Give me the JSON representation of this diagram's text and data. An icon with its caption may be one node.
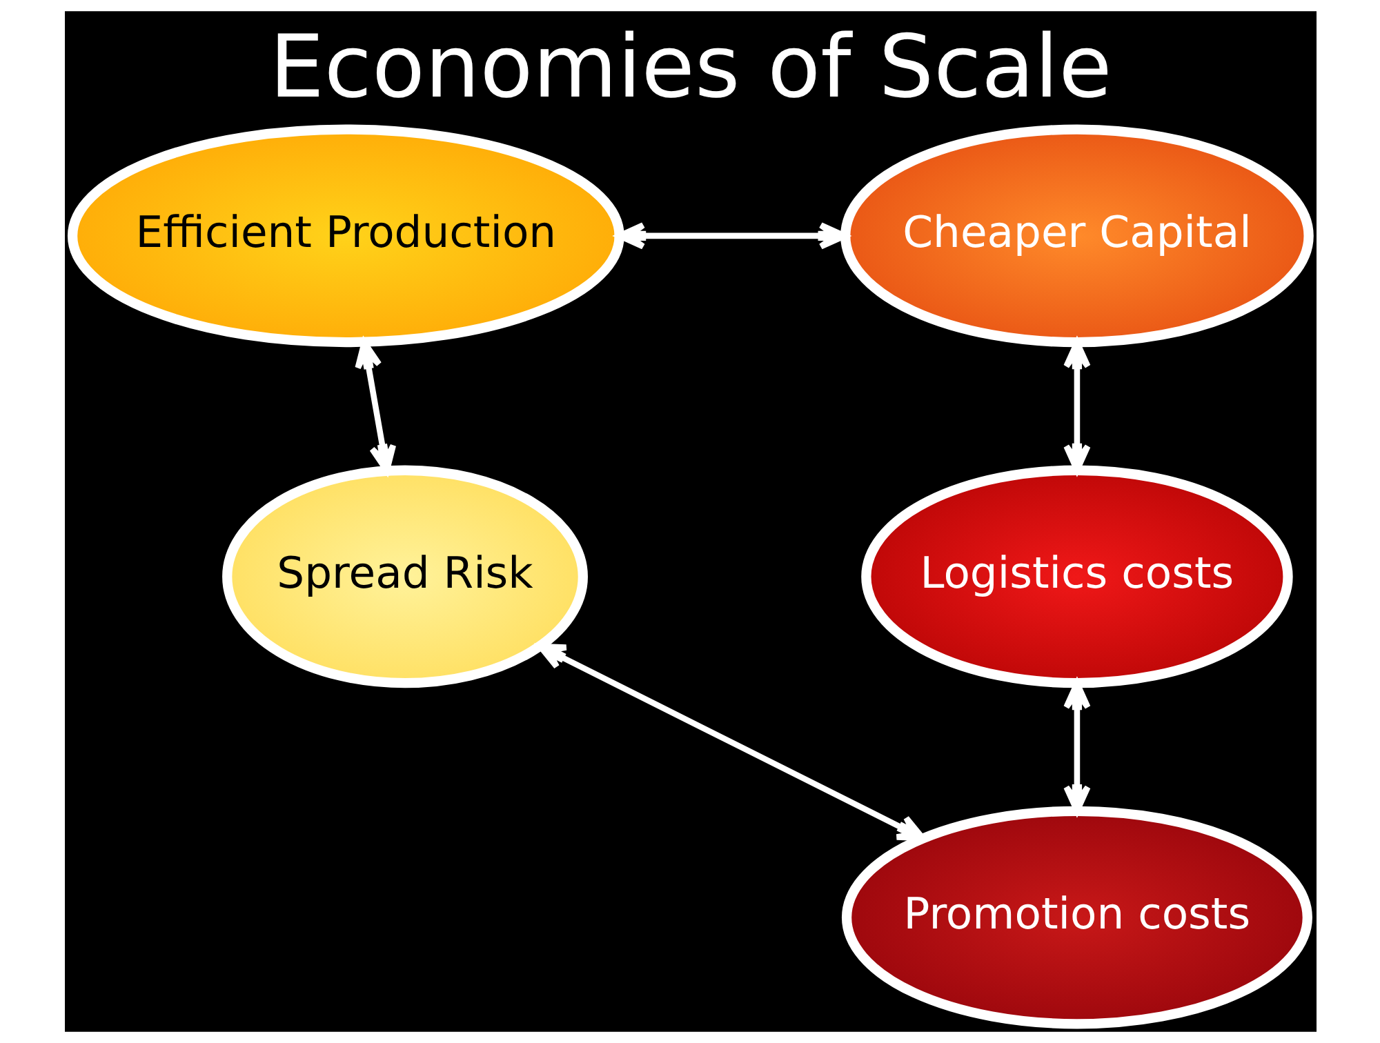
{
  "diagram": {
    "title": "Economies of Scale",
    "nodes": [
      {
        "text": [
          "Efficient Production"
        ]
      },
      {
        "text": [
          "Cheaper Capital"
        ]
      },
      {
        "text": [
          "Spread Risk"
        ]
      },
      {
        "text": [
          "Logistics costs"
        ]
      },
      {
        "text": [
          "Promotion costs"
        ]
      }
    ],
    "edges": [
      {
        "from": 0,
        "to": 1,
        "arrow": "both"
      },
      {
        "from": 1,
        "to": 3,
        "arrow": "both"
      },
      {
        "from": 3,
        "to": 4,
        "arrow": "both"
      },
      {
        "from": 4,
        "to": 2,
        "arrow": "both"
      },
      {
        "from": 2,
        "to": 0,
        "arrow": "both"
      }
    ]
  }
}
